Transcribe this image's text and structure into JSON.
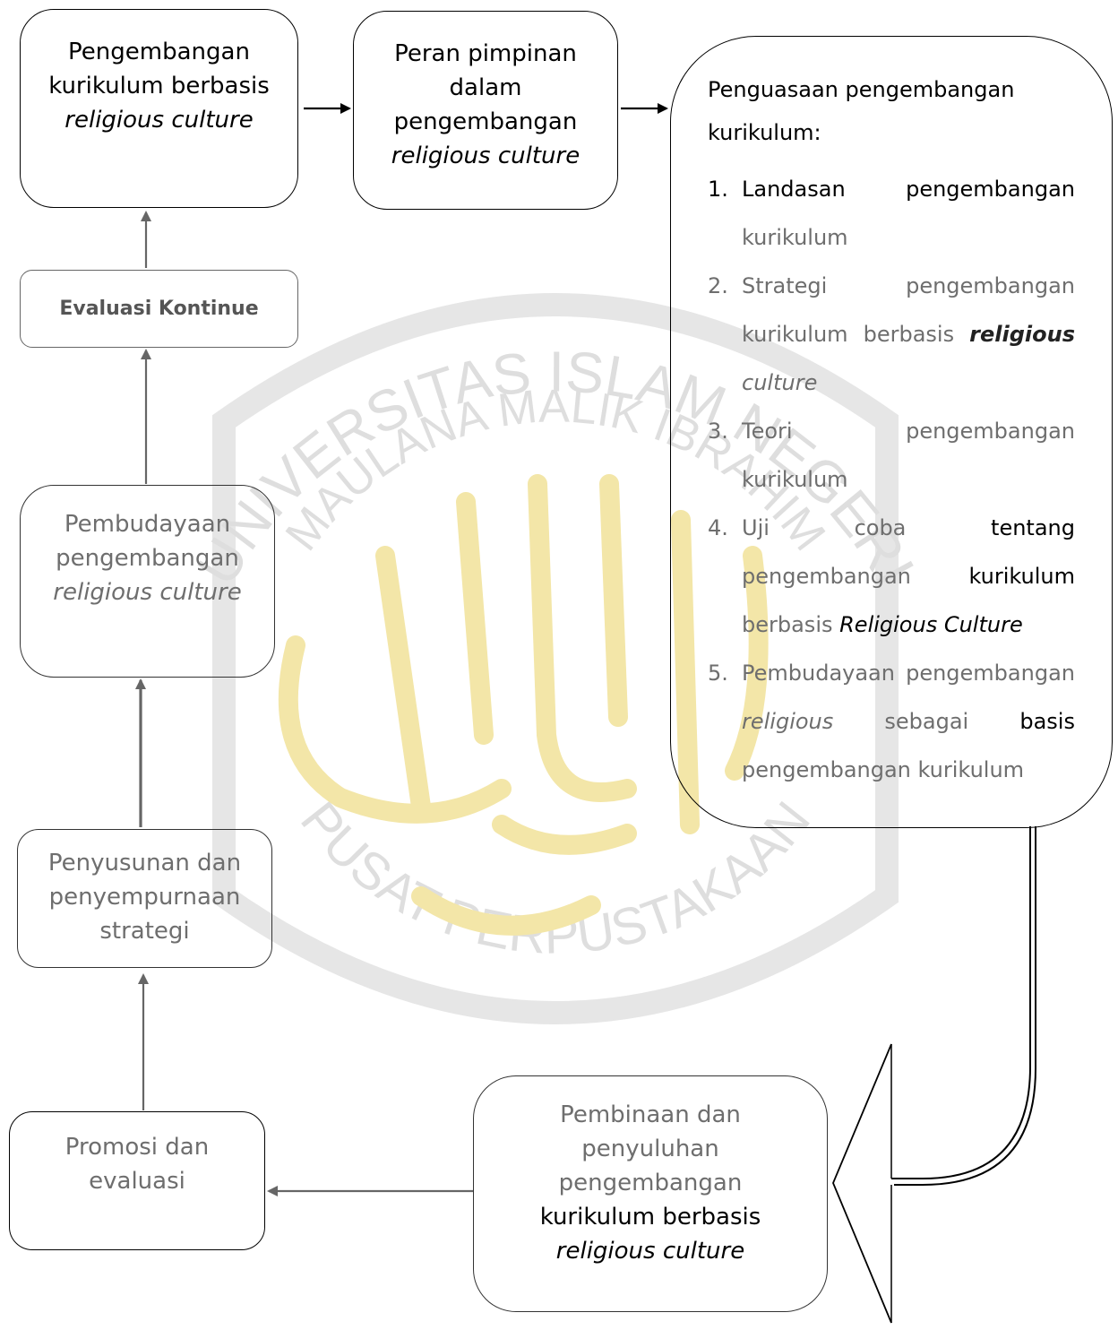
{
  "nodes": {
    "dev": {
      "l1": "Pengembangan",
      "l2": "kurikulum berbasis",
      "l3": "religious culture"
    },
    "leader": {
      "l1": "Peran pimpinan",
      "l2": "dalam",
      "l3": "pengembangan",
      "l4": "religious culture"
    },
    "mastery": {
      "title1": "Penguasaan pengembangan",
      "title2": "kurikulum:",
      "items": [
        {
          "n": "1.",
          "a": "Landasan",
          "b": "pengembangan",
          "c": "kurikulum"
        },
        {
          "n": "2.",
          "a": "Strategi",
          "b": "pengembangan",
          "c1": "kurikulum",
          "c2": "berbasis",
          "c3": "religious",
          "d": "culture"
        },
        {
          "n": "3.",
          "a": "Teori",
          "b": "pengembangan",
          "c": "kurikulum"
        },
        {
          "n": "4.",
          "a": "Uji",
          "a2": "coba",
          "b": "tentang",
          "c1": "pengembangan",
          "c2": "kurikulum",
          "d1": "berbasis",
          "d2": "Religious Culture"
        },
        {
          "n": "5.",
          "a": "Pembudayaan",
          "b": "pengembangan",
          "c1": "religious",
          "c2": "sebagai",
          "c3": "basis",
          "d": "pengembangan kurikulum"
        }
      ]
    },
    "eval": {
      "label": "Evaluasi  Kontinue"
    },
    "culture": {
      "l1": "Pembudayaan",
      "l2": "pengembangan",
      "l3": "religious culture"
    },
    "strategy": {
      "l1": "Penyusunan dan",
      "l2": "penyempurnaan",
      "l3": "strategi"
    },
    "promo": {
      "l1": "Promosi dan",
      "l2": "evaluasi"
    },
    "guidance": {
      "l1": "Pembinaan dan",
      "l2": "penyuluhan",
      "l3": "pengembangan",
      "l4": "kurikulum berbasis",
      "l5": "religious culture"
    }
  },
  "watermark": {
    "top": "UNIVERSITAS ISLAM NEGERI",
    "mid": "MAULANA MALIK IBRAHIM",
    "bottom": "PUSAT PERPUSTAKAAN"
  },
  "colors": {
    "line": "#000000",
    "arrow": "#666666",
    "text_gray": "#6e6e6e",
    "watermark_gold": "#f3e6a8",
    "watermark_gray": "#dcdcdc"
  }
}
